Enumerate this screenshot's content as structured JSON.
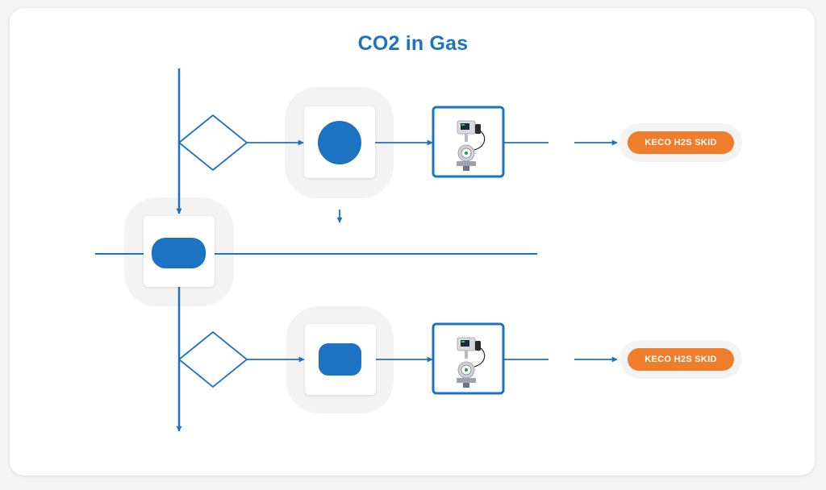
{
  "diagram": {
    "title": "CO2 in Gas",
    "colors": {
      "line": "#1b73c1",
      "accent": "#f07d2c",
      "halo": "#f3f3f3"
    },
    "top_branch": {
      "decision_icon": "diamond-icon",
      "node_icon": "circle-icon",
      "instrument_icon": "gas-analyzer-icon",
      "output_label": "KECO H2S SKID"
    },
    "center": {
      "node_icon": "vessel-icon"
    },
    "bottom_branch": {
      "decision_icon": "diamond-icon",
      "node_icon": "drum-icon",
      "instrument_icon": "gas-analyzer-icon",
      "output_label": "KECO H2S SKID"
    }
  }
}
